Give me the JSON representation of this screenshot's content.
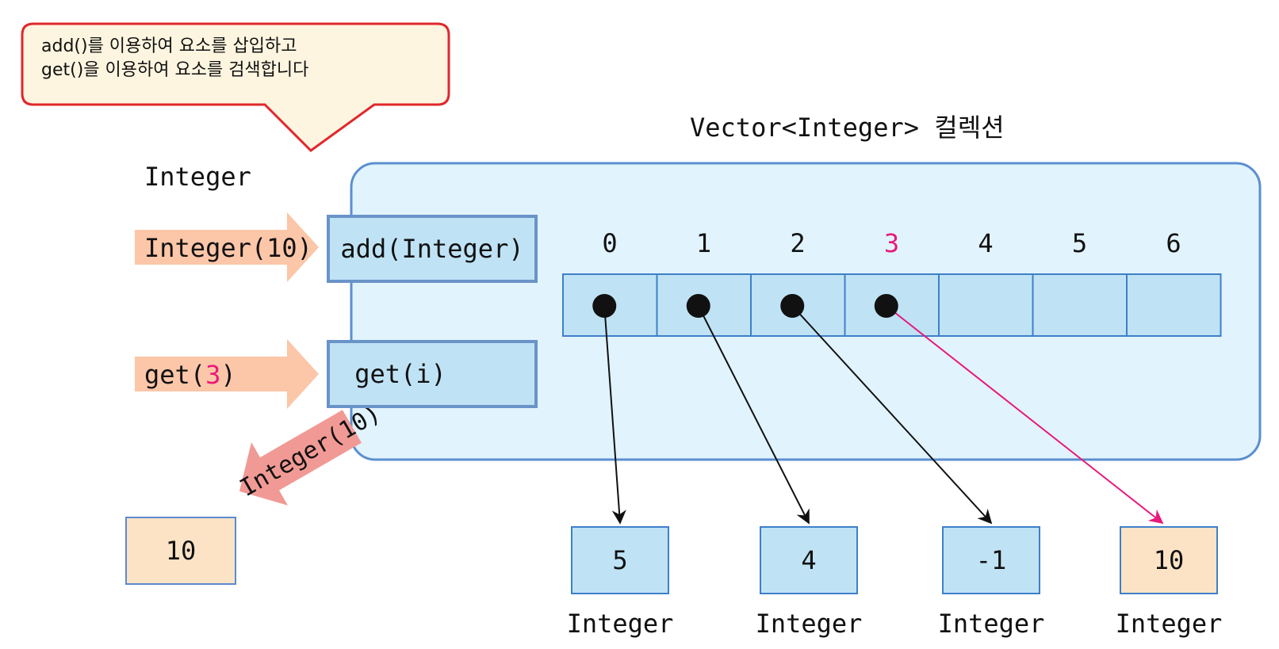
{
  "callout": {
    "line1": "add()를 이용하여 요소를 삽입하고",
    "line2": "get()을 이용하여 요소를 검색합니다"
  },
  "title": "Vector<Integer> 컬렉션",
  "integer_label": "Integer",
  "input_arrow_1": "Integer(10)",
  "input_arrow_2": {
    "prefix": "get(",
    "index": "3",
    "suffix": ")"
  },
  "add_method": "add(Integer)",
  "get_method": "get(i)",
  "output_arrow": "Integer(10)",
  "result_value": "10",
  "indices": [
    "0",
    "1",
    "2",
    "3",
    "4",
    "5",
    "6"
  ],
  "highlight_index": "3",
  "objects": [
    {
      "value": "5",
      "type": "Integer",
      "slot": 0
    },
    {
      "value": "4",
      "type": "Integer",
      "slot": 1
    },
    {
      "value": "-1",
      "type": "Integer",
      "slot": 2
    },
    {
      "value": "10",
      "type": "Integer",
      "slot": 3,
      "highlight": true
    }
  ],
  "colors": {
    "container_fill": "#e1f3fc",
    "container_border": "#5b8fd0",
    "cell_fill": "#bfe3f5",
    "input_arrow": "#fcc6a8",
    "output_arrow": "#f19a95",
    "highlight": "#e8197b",
    "callout_border": "#e0282c",
    "callout_fill": "#fdf5e0",
    "result_fill": "#fde3c6"
  }
}
